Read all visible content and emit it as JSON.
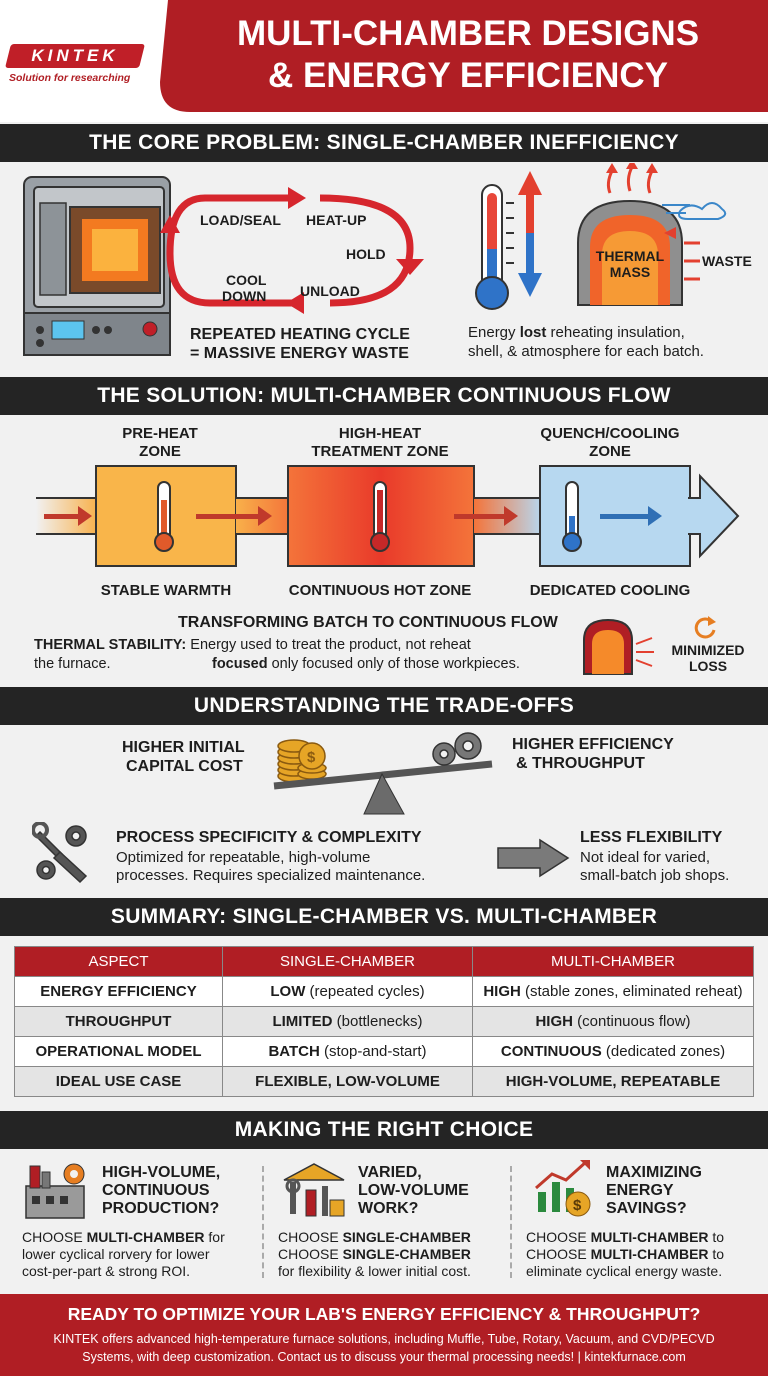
{
  "brand": {
    "logo_text": "KINTEK",
    "tagline": "Solution for researching"
  },
  "header": {
    "title_line1": "MULTI-CHAMBER DESIGNS",
    "title_line2": "& ENERGY EFFICIENCY"
  },
  "s1": {
    "title": "THE CORE PROBLEM: SINGLE-CHAMBER INEFFICIENCY",
    "cycle": {
      "load": "LOAD/SEAL",
      "heat": "HEAT-UP",
      "hold": "HOLD",
      "unload": "UNLOAD",
      "cool1": "COOL",
      "cool2": "DOWN"
    },
    "cycle_caption1": "REPEATED HEATING CYCLE",
    "cycle_caption2": "= MASSIVE ENERGY WASTE",
    "mass1": "THERMAL",
    "mass2": "MASS",
    "waste": "WASTE",
    "energy_a": "Energy ",
    "energy_b": "lost",
    "energy_c": " reheating insulation,",
    "energy_line2": "shell, & atmosphere for each batch."
  },
  "s2": {
    "title": "THE SOLUTION: MULTI-CHAMBER CONTINUOUS FLOW",
    "z1a": "PRE-HEAT",
    "z1b": "ZONE",
    "z2a": "HIGH-HEAT",
    "z2b": "TREATMENT ZONE",
    "z3a": "QUENCH/COOLING",
    "z3b": "ZONE",
    "b1": "STABLE WARMTH",
    "b2": "CONTINUOUS HOT ZONE",
    "b3": "DEDICATED COOLING",
    "transform": "TRANSFORMING BATCH TO CONTINUOUS FLOW",
    "stab_label": "THERMAL STABILITY:",
    "stab_text": " Energy used to treat the product, not reheat",
    "stab2_a": "the furnace.",
    "stab2_b": "focused",
    "stab2_c": " only focused only of those workpieces.",
    "min1": "MINIMIZED",
    "min2": "LOSS"
  },
  "s3": {
    "title": "UNDERSTANDING THE TRADE-OFFS",
    "cost1": "HIGHER INITIAL",
    "cost2": "CAPITAL COST",
    "eff1": "HIGHER EFFICIENCY",
    "eff2": "& THROUGHPUT",
    "proc_title": "PROCESS SPECIFICITY & COMPLEXITY",
    "proc1": "Optimized for repeatable, high-volume",
    "proc2": "processes. Requires specialized maintenance.",
    "flex_title": "LESS FLEXIBILITY",
    "flex1": "Not ideal for varied,",
    "flex2": "small-batch job shops."
  },
  "s4": {
    "title": "SUMMARY: SINGLE-CHAMBER VS. MULTI-CHAMBER",
    "headers": [
      "ASPECT",
      "SINGLE-CHAMBER",
      "MULTI-CHAMBER"
    ],
    "rows": [
      {
        "aspect": "ENERGY EFFICIENCY",
        "s_b": "LOW",
        "s_t": " (repeated cycles)",
        "m_b": "HIGH",
        "m_t": " (stable zones, eliminated reheat)"
      },
      {
        "aspect": "THROUGHPUT",
        "s_b": "LIMITED",
        "s_t": " (bottlenecks)",
        "m_b": "HIGH",
        "m_t": " (continuous flow)"
      },
      {
        "aspect": "OPERATIONAL MODEL",
        "s_b": "BATCH",
        "s_t": " (stop-and-start)",
        "m_b": "CONTINUOUS",
        "m_t": " (dedicated zones)"
      },
      {
        "aspect": "IDEAL USE CASE",
        "s_b": "FLEXIBLE, LOW-VOLUME",
        "s_t": "",
        "m_b": "HIGH-VOLUME, REPEATABLE",
        "m_t": ""
      }
    ]
  },
  "s5": {
    "title": "MAKING THE RIGHT CHOICE",
    "c1": {
      "t1": "HIGH-VOLUME,",
      "t2": "CONTINUOUS",
      "t3": "PRODUCTION?",
      "l1a": "CHOOSE ",
      "l1b": "MULTI-CHAMBER",
      "l1c": " for",
      "l2": "lower cyclical rorvery for lower",
      "l3": "cost-per-part & strong ROI."
    },
    "c2": {
      "t1": "VARIED,",
      "t2": "LOW-VOLUME",
      "t3": "WORK?",
      "l1a": "CHOOSE ",
      "l1b": "SINGLE-CHAMBER",
      "l2a": "CHOOSE ",
      "l2b": "SINGLE-CHAMBER",
      "l3": "for flexibility & lower initial cost."
    },
    "c3": {
      "t1": "MAXIMIZING",
      "t2": "ENERGY",
      "t3": "SAVINGS?",
      "l1a": "CHOOSE ",
      "l1b": "MULTI-CHAMBER",
      "l1c": " to",
      "l2a": "CHOOSE ",
      "l2b": "MULTI-CHAMBER",
      "l2c": " to",
      "l3": "eliminate cyclical energy waste."
    }
  },
  "footer": {
    "title": "READY TO OPTIMIZE YOUR LAB'S ENERGY EFFICIENCY & THROUGHPUT?",
    "line1": "KINTEK offers advanced high-temperature furnace solutions, including Muffle, Tube, Rotary, Vacuum, and CVD/PECVD",
    "line2": "Systems, with deep customization. Contact us to discuss your thermal processing needs! | kintekfurnace.com"
  },
  "colors": {
    "brand_red": "#b01e24",
    "dark_band": "#242424",
    "hot_orange": "#f0642a",
    "cool_blue": "#a9d2ee"
  }
}
